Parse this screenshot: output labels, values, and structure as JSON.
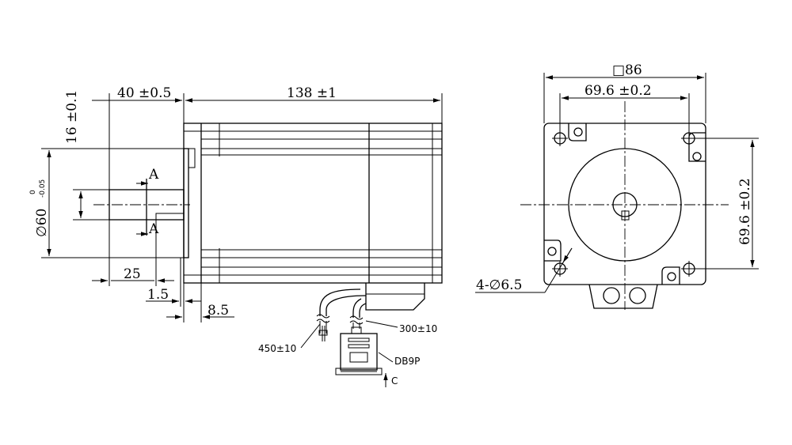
{
  "dimensions": {
    "shaft_length": "40 ±0.5",
    "body_length": "138 ±1",
    "key_length": "25",
    "flange_offset": "1.5",
    "flange_thickness": "8.5",
    "key_height": "16 ±0.1",
    "pilot_diameter": "∅60",
    "pilot_tol_upper": "0",
    "pilot_tol_lower": "-0.05",
    "frame_size": "□86",
    "hole_spacing_h": "69.6 ±0.2",
    "hole_spacing_v": "69.6 ±0.2",
    "mount_holes": "4-∅6.5"
  },
  "labels": {
    "section_a_top": "A",
    "section_a_bottom": "A",
    "lead_long": "450±10",
    "lead_short": "300±10",
    "connector": "DB9P",
    "view_c": "C"
  }
}
